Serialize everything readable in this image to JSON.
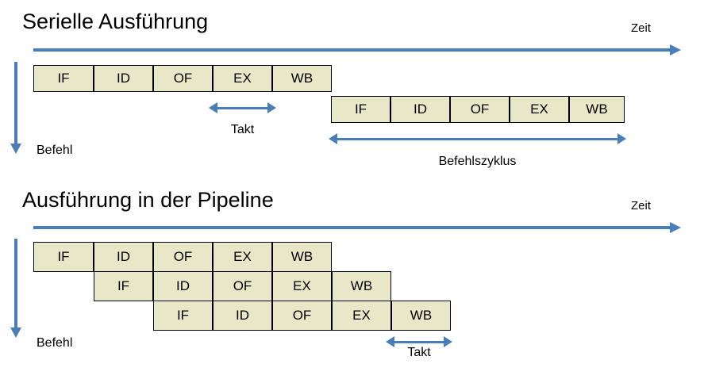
{
  "sections": [
    {
      "id": "serial",
      "title": "Serielle Ausführung",
      "time_axis_label": "Zeit",
      "instr_axis_label": "Befehl",
      "rows": [
        {
          "stages": [
            "IF",
            "ID",
            "OF",
            "EX",
            "WB"
          ]
        },
        {
          "stages": [
            "IF",
            "ID",
            "OF",
            "EX",
            "WB"
          ]
        }
      ],
      "measures": [
        {
          "id": "takt-serial",
          "label": "Takt"
        },
        {
          "id": "befehlszyklus",
          "label": "Befehlszyklus"
        }
      ]
    },
    {
      "id": "pipeline",
      "title": "Ausführung in der Pipeline",
      "time_axis_label": "Zeit",
      "instr_axis_label": "Befehl",
      "rows": [
        {
          "stages": [
            "IF",
            "ID",
            "OF",
            "EX",
            "WB"
          ]
        },
        {
          "stages": [
            "IF",
            "ID",
            "OF",
            "EX",
            "WB"
          ]
        },
        {
          "stages": [
            "IF",
            "ID",
            "OF",
            "EX",
            "WB"
          ]
        }
      ],
      "measures": [
        {
          "id": "takt-pipeline",
          "label": "Takt"
        }
      ]
    }
  ],
  "colors": {
    "cell_fill": "#E8E8C8",
    "cell_border": "#000000",
    "arrow": "#4A7EBB",
    "text": "#000000",
    "background": "#FFFFFF"
  }
}
